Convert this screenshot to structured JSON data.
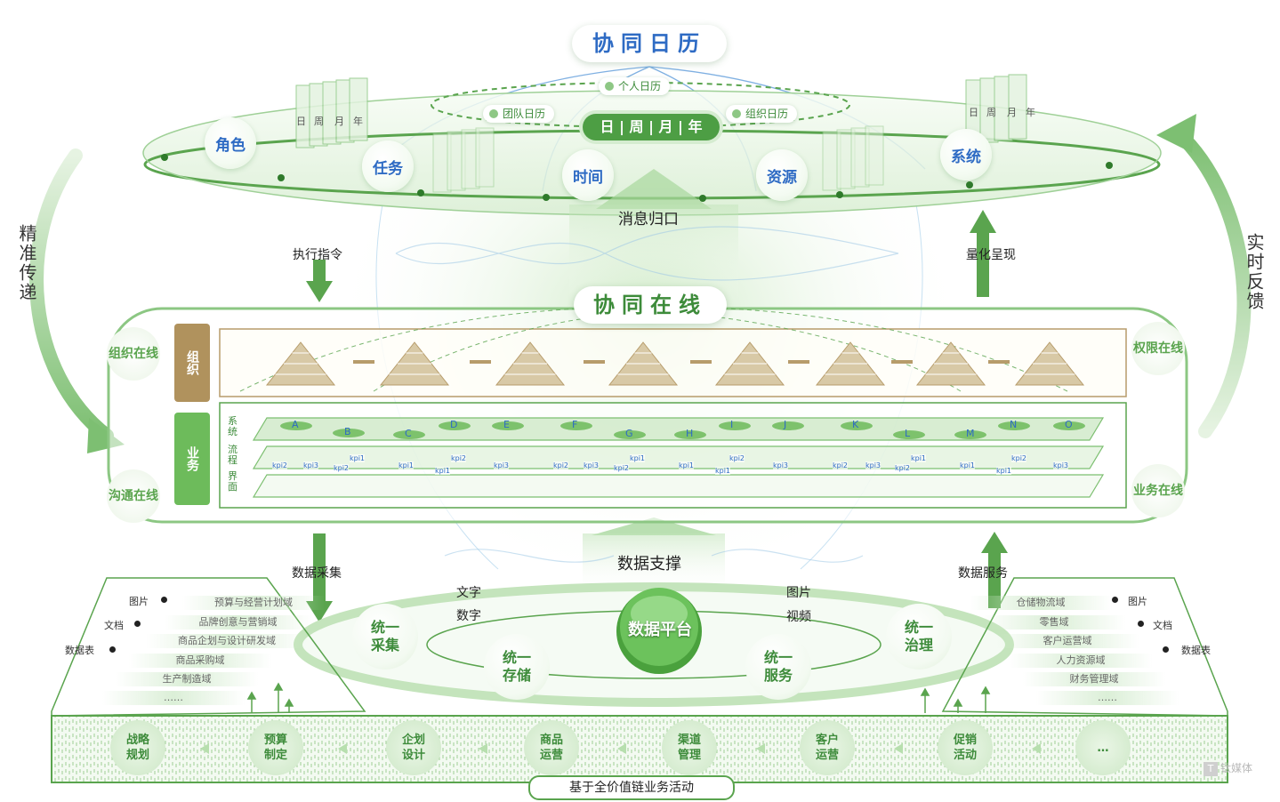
{
  "top": {
    "title": "协同日历",
    "center_chips": [
      "个人日历",
      "团队日历",
      "组织日历"
    ],
    "period_bar": "日 | 周 | 月 | 年",
    "bubbles": [
      "角色",
      "任务",
      "时间",
      "资源",
      "系统"
    ],
    "calendar_labels": [
      "日",
      "周",
      "月",
      "年"
    ],
    "message_label": "消息归口"
  },
  "side": {
    "left_vertical": "精准传递",
    "right_vertical": "实时反馈"
  },
  "arrows": {
    "exec": "执行指令",
    "quant": "量化呈现",
    "collect": "数据采集",
    "service": "数据服务"
  },
  "middle": {
    "title": "协同在线",
    "tab_org": "组织",
    "tab_biz": "业务",
    "layer_labels": [
      "系统",
      "流程",
      "界面"
    ],
    "left_labels": [
      "组织在线",
      "沟通在线"
    ],
    "right_labels": [
      "权限在线",
      "业务在线"
    ],
    "nodes": [
      "A",
      "B",
      "C",
      "D",
      "E",
      "F",
      "G",
      "H",
      "I",
      "J",
      "K",
      "L",
      "M",
      "N",
      "O"
    ],
    "kpi_labels": [
      "kpi1",
      "kpi2",
      "kpi3"
    ]
  },
  "data": {
    "support_label": "数据支撑",
    "platform": "数据平台",
    "types_left": [
      "文字",
      "数字"
    ],
    "types_right": [
      "图片",
      "视频"
    ],
    "circles": [
      "统一采集",
      "统一存储",
      "统一服务",
      "统一治理"
    ],
    "left_sources": [
      "图片",
      "文档",
      "数据表"
    ],
    "right_sources": [
      "图片",
      "文档",
      "数据表"
    ],
    "left_domains": [
      "预算与经营计划域",
      "品牌创意与营销域",
      "商品企划与设计研发域",
      "商品采购域",
      "生产制造域",
      "……"
    ],
    "right_domains": [
      "仓储物流域",
      "零售域",
      "客户运营域",
      "人力资源域",
      "财务管理域",
      "……"
    ]
  },
  "bottom": {
    "steps": [
      "战略规划",
      "预算制定",
      "企划设计",
      "商品运营",
      "渠道管理",
      "客户运营",
      "促销活动",
      "…"
    ],
    "caption": "基于全价值链业务活动"
  },
  "watermark": "钛媒体",
  "colors": {
    "green": "#5aa44e",
    "dark_green": "#3d8b3a",
    "blue": "#2e6bc4",
    "tan": "#b79c6b"
  }
}
